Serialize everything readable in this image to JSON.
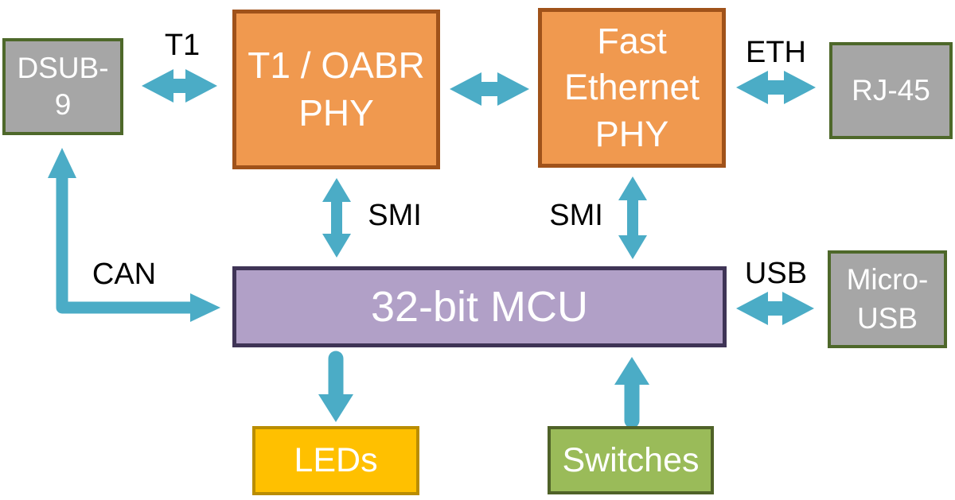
{
  "diagram": {
    "type": "block-diagram",
    "blocks": {
      "dsub9": {
        "label": "DSUB-\n9"
      },
      "t1_phy": {
        "label": "T1 / OABR\nPHY"
      },
      "fe_phy": {
        "label": "Fast\nEthernet\nPHY"
      },
      "rj45": {
        "label": "RJ-45"
      },
      "mcu": {
        "label": "32-bit MCU"
      },
      "micro_usb": {
        "label": "Micro-\nUSB"
      },
      "leds": {
        "label": "LEDs"
      },
      "switches": {
        "label": "Switches"
      }
    },
    "connection_labels": {
      "t1": "T1",
      "eth": "ETH",
      "smi_left": "SMI",
      "smi_right": "SMI",
      "can": "CAN",
      "usb": "USB"
    },
    "connections": [
      {
        "from": "dsub9",
        "to": "t1_phy",
        "label": "T1",
        "direction": "both"
      },
      {
        "from": "t1_phy",
        "to": "fe_phy",
        "label": "",
        "direction": "both"
      },
      {
        "from": "fe_phy",
        "to": "rj45",
        "label": "ETH",
        "direction": "both"
      },
      {
        "from": "t1_phy",
        "to": "mcu",
        "label": "SMI",
        "direction": "both"
      },
      {
        "from": "fe_phy",
        "to": "mcu",
        "label": "SMI",
        "direction": "both"
      },
      {
        "from": "mcu",
        "to": "micro_usb",
        "label": "USB",
        "direction": "both"
      },
      {
        "from": "mcu",
        "to": "dsub9",
        "label": "CAN",
        "direction": "both-elbow"
      },
      {
        "from": "mcu",
        "to": "leds",
        "label": "",
        "direction": "down"
      },
      {
        "from": "switches",
        "to": "mcu",
        "label": "",
        "direction": "up"
      }
    ],
    "colors": {
      "arrow": "#4BACC6",
      "orange_fill": "#F0994F",
      "orange_border": "#A0521A",
      "gray_fill": "#A6A6A6",
      "olive_border": "#4E682A",
      "purple_fill": "#B1A0C7",
      "purple_border": "#3F3456",
      "gold_fill": "#FFC000",
      "gold_border": "#BA8D01",
      "green_fill": "#9ABB59",
      "green_border": "#4F6228",
      "block_text": "#FFFFFF",
      "label_text": "#000000",
      "background": "#FFFFFF"
    }
  }
}
